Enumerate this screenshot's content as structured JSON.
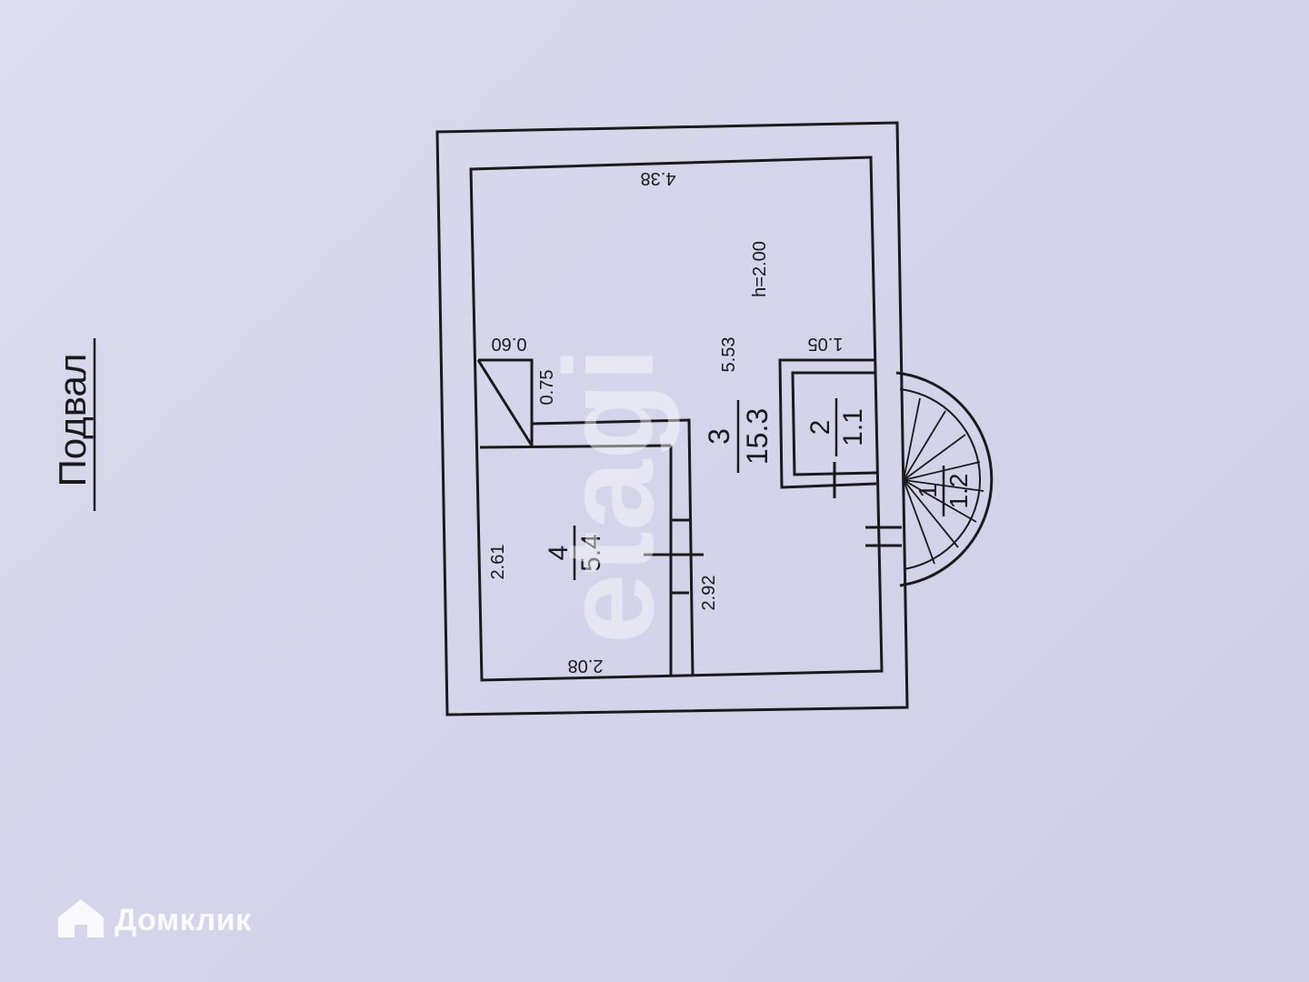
{
  "title": "Подвал",
  "watermark": "etagi",
  "brand": {
    "name": "Домклик",
    "icon": "house-icon"
  },
  "rooms": [
    {
      "number": "2",
      "area": "1.1"
    },
    {
      "number": "3",
      "area": "15.3"
    },
    {
      "number": "4",
      "area": "5.4"
    },
    {
      "number": "1",
      "area": "1.2"
    }
  ],
  "dimensions": {
    "top_width": "4.38",
    "height_note": "h=2.00",
    "main_length": "5.53",
    "closet_width": "1.05",
    "recess_width": "0.60",
    "recess_depth": "0.75",
    "room4_length": "2.61",
    "room4_width": "2.08",
    "partition_length": "2.92"
  },
  "colors": {
    "paper": "#d4d4ea",
    "ink": "#1a1a1a"
  }
}
